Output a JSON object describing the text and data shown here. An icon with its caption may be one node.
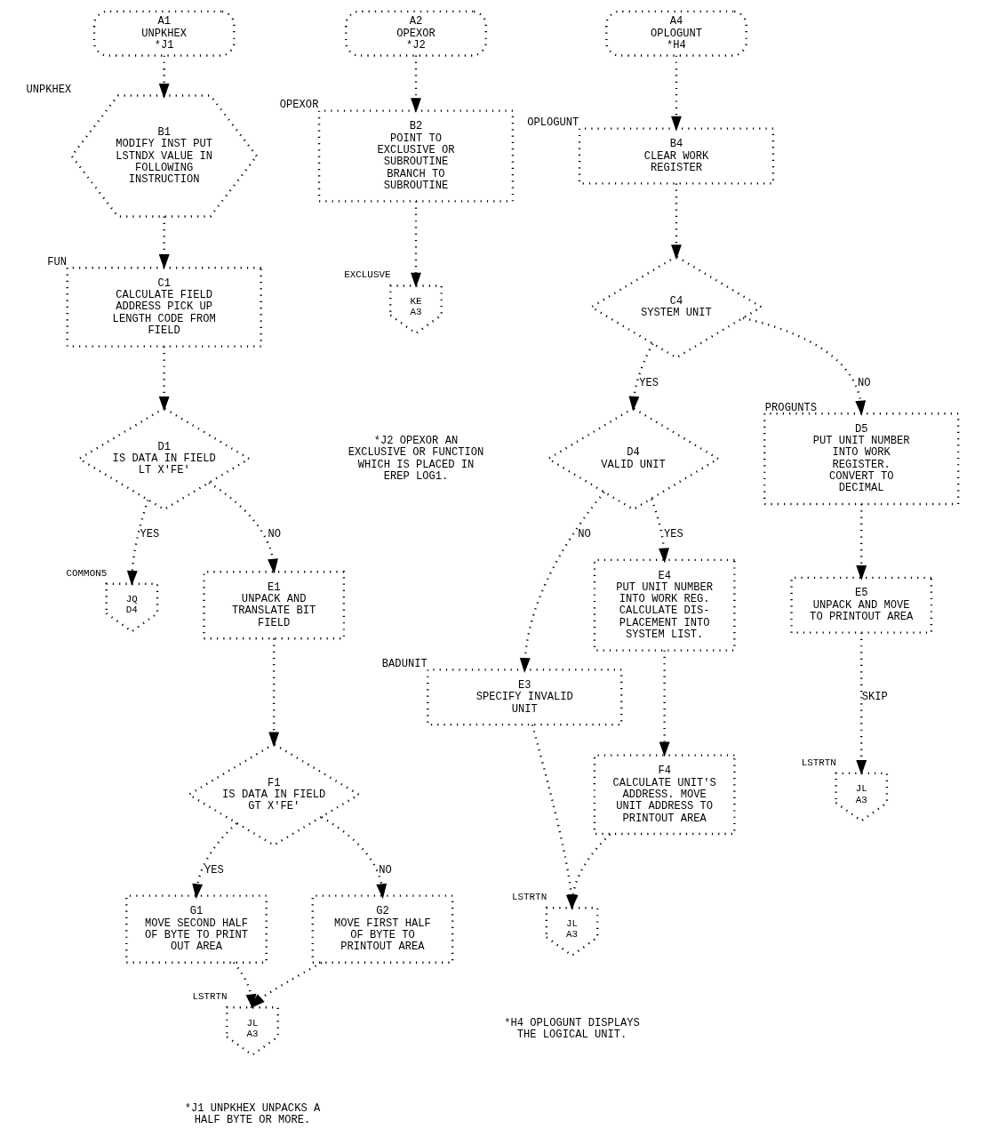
{
  "diagram": {
    "nodes": [
      {
        "text": [
          "A1",
          "UNPKHEX",
          "*J1"
        ]
      },
      {
        "text": [
          "B1",
          "MODIFY INST PUT LSTNDX VALUE IN FOLLOWING INSTRUCTION"
        ],
        "beside": [
          "UNPKHEX"
        ]
      },
      {
        "text": [
          "C1",
          "CALCULATE FIELD ADDRESS PICK UP LENGTH CODE FROM FIELD"
        ],
        "beside": [
          "FUN"
        ]
      },
      {
        "text": [
          "D1",
          "IS DATA IN FIELD LT X'FE'"
        ]
      },
      {
        "text": [
          "JQ",
          "D4"
        ],
        "beside": [
          "COMMON5"
        ]
      },
      {
        "text": [
          "E1",
          "UNPACK AND TRANSLATE BIT FIELD"
        ]
      },
      {
        "text": [
          "F1",
          "IS DATA IN FIELD GT X'FE'"
        ]
      },
      {
        "text": [
          "G1",
          "MOVE SECOND HALF OF BYTE TO PRINT OUT AREA"
        ]
      },
      {
        "text": [
          "G2",
          "MOVE FIRST HALF OF BYTE TO PRINTOUT AREA"
        ]
      },
      {
        "text": [
          "JL",
          "A3"
        ],
        "beside": [
          "LSTRTN"
        ]
      },
      {
        "text": [
          "A2",
          "OPEXOR",
          "*J2"
        ]
      },
      {
        "text": [
          "B2",
          "POINT TO EXCLUSIVE OR SUBROUTINE BRANCH TO SUBROUTINE"
        ],
        "beside": [
          "OPEXOR"
        ]
      },
      {
        "text": [
          "KE",
          "A3"
        ],
        "beside": [
          "EXCLUSVE"
        ]
      },
      {
        "text": [
          "A4",
          "OPLOGUNT",
          "*H4"
        ]
      },
      {
        "text": [
          "B4",
          "CLEAR WORK REGISTER"
        ],
        "beside": [
          "OPLOGUNT"
        ]
      },
      {
        "text": [
          "C4",
          "SYSTEM UNIT"
        ]
      },
      {
        "text": [
          "D4",
          "VALID UNIT"
        ]
      },
      {
        "text": [
          "D5",
          "PUT UNIT NUMBER INTO WORK REGISTER. CONVERT TO DECIMAL"
        ],
        "beside": [
          "PROGUNTS"
        ]
      },
      {
        "text": [
          "E3",
          "SPECIFY INVALID UNIT"
        ],
        "beside": [
          "BADUNIT"
        ]
      },
      {
        "text": [
          "E4",
          "PUT UNIT NUMBER INTO WORK REG. CALCULATE DIS- PLACEMENT INTO SYSTEM LIST."
        ]
      },
      {
        "text": [
          "E5",
          "UNPACK AND MOVE TO PRINTOUT AREA"
        ]
      },
      {
        "text": [
          "F4",
          "CALCULATE UNIT'S ADDRESS. MOVE UNIT ADDRESS TO PRINTOUT AREA"
        ]
      },
      {
        "text": [
          "JL",
          "A3"
        ],
        "beside": [
          "LSTRTN"
        ]
      },
      {
        "text": [
          "JL",
          "A3"
        ],
        "beside": [
          "LSTRTN"
        ]
      }
    ],
    "edges": [
      {
        "from": 0,
        "to": 1,
        "arrow": "to"
      },
      {
        "from": 1,
        "to": 2,
        "arrow": "to"
      },
      {
        "from": 2,
        "to": 3,
        "arrow": "to"
      },
      {
        "from": 3,
        "to": 4,
        "arrow": "to",
        "label": "YES"
      },
      {
        "from": 3,
        "to": 5,
        "arrow": "to",
        "label": "NO"
      },
      {
        "from": 5,
        "to": 6,
        "arrow": "to"
      },
      {
        "from": 6,
        "to": 7,
        "arrow": "to",
        "label": "YES"
      },
      {
        "from": 6,
        "to": 8,
        "arrow": "to",
        "label": "NO"
      },
      {
        "from": 7,
        "to": 9,
        "arrow": "to"
      },
      {
        "from": 8,
        "to": 9,
        "arrow": "to"
      },
      {
        "from": 10,
        "to": 11,
        "arrow": "to"
      },
      {
        "from": 11,
        "to": 12,
        "arrow": "to"
      },
      {
        "from": 13,
        "to": 14,
        "arrow": "to"
      },
      {
        "from": 14,
        "to": 15,
        "arrow": "to"
      },
      {
        "from": 15,
        "to": 16,
        "arrow": "to",
        "label": "YES"
      },
      {
        "from": 15,
        "to": 17,
        "arrow": "to",
        "label": "NO"
      },
      {
        "from": 16,
        "to": 18,
        "arrow": "to",
        "label": "NO"
      },
      {
        "from": 16,
        "to": 19,
        "arrow": "to",
        "label": "YES"
      },
      {
        "from": 19,
        "to": 21,
        "arrow": "to"
      },
      {
        "from": 18,
        "to": 22,
        "arrow": "to"
      },
      {
        "from": 21,
        "to": 22,
        "arrow": "to"
      },
      {
        "from": 17,
        "to": 20,
        "arrow": "to"
      },
      {
        "from": 20,
        "to": 23,
        "arrow": "to",
        "label": "SKIP"
      }
    ],
    "labels": [
      "*H4 OPLOGUNT DISPLAYS THE LOGICAL UNIT.",
      "*J1 UNPKHEX UNPACKS A HALF BYTE OR MORE.",
      "*J2 OPEXOR AN EXCLUSIVE OR FUNCTION WHICH IS PLACED IN EREP LOG1."
    ]
  }
}
